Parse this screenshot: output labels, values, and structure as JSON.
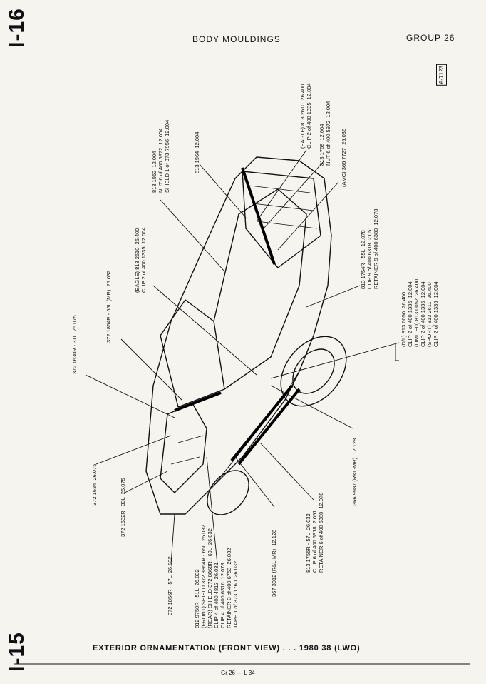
{
  "page": {
    "left_page_top": "I-16",
    "left_page_bottom": "I-15",
    "title": "BODY MOULDINGS",
    "group": "GROUP 26",
    "drawing_no": "A-7123",
    "footer_caption": "EXTERIOR ORNAMENTATION (FRONT VIEW) . . . 1980 38 (LWO)",
    "footer_ref": "Gr 26 — L 34"
  },
  "callouts": [
    {
      "id": "c1",
      "text": "813 1962  12.004\nNUT 6 of 400 5972  12.004\nSHIELD 1 of 373 7956  12.004"
    },
    {
      "id": "c2",
      "text": "813 1964  12.004"
    },
    {
      "id": "c3",
      "text": "(EAGLE) 813 2610  26.400\nCLIP 2 of 400 1335  12.004"
    },
    {
      "id": "c4",
      "text": "813 1768  12.004\nNUT 6 of 400 5972  12.004"
    },
    {
      "id": "c5",
      "text": "(AMC) 366 7727  26.036"
    },
    {
      "id": "c6",
      "text": "(EAGLE) 813 2610  26.400\nCLIP 2 of 400 1335  12.004"
    },
    {
      "id": "c7",
      "text": "372 1864R - 55L (MR)  26.032"
    },
    {
      "id": "c8",
      "text": "372 1630R - 31L  26.075"
    },
    {
      "id": "c9",
      "text": "813 1754R - 55L  12.078\nCLIP 9 of 400 6318  2.051\nRETAINER 9 of 400 6380  12.078"
    },
    {
      "id": "c10",
      "text": "(D/L) 813 0050  26.400\nCLIP 2 of 400 1335  12.004\n(LIMITED) 813 0052  26.400\nCLIP 2 of 400 1335  12.004\n(SPORT) 813 2611  26.400\nCLIP 2 of 400 1335  12.004"
    },
    {
      "id": "c11",
      "text": "372 1634  26.075"
    },
    {
      "id": "c12",
      "text": "372 1632R - 33L  26.075"
    },
    {
      "id": "c13",
      "text": "372 1856R - 57L  26.032"
    },
    {
      "id": "c14",
      "text": "812 9750R - 51L  26.032\n(FRONT) SHIELD 372 8864R - 65L  26.032\n(REAR) SHIELD 372 8868R - 69L  26.032\nCLIP 4 of 400 4813  26.032\nCLIP 4 of 400 6316  12.078\nRETAINER 3 of 400 6753  26.032\nTAPE 1 of 373 1760  26.032"
    },
    {
      "id": "c15",
      "text": "367 3012 (R&L-MR)  12.128"
    },
    {
      "id": "c16",
      "text": "813 1756R - 57L  26.032\nCLIP 6 of 400 6318  2.051\nRETAINER 6 of 400 6380  12.078"
    },
    {
      "id": "c17",
      "text": "366 9987 (R&L-MR)  12.128"
    }
  ]
}
